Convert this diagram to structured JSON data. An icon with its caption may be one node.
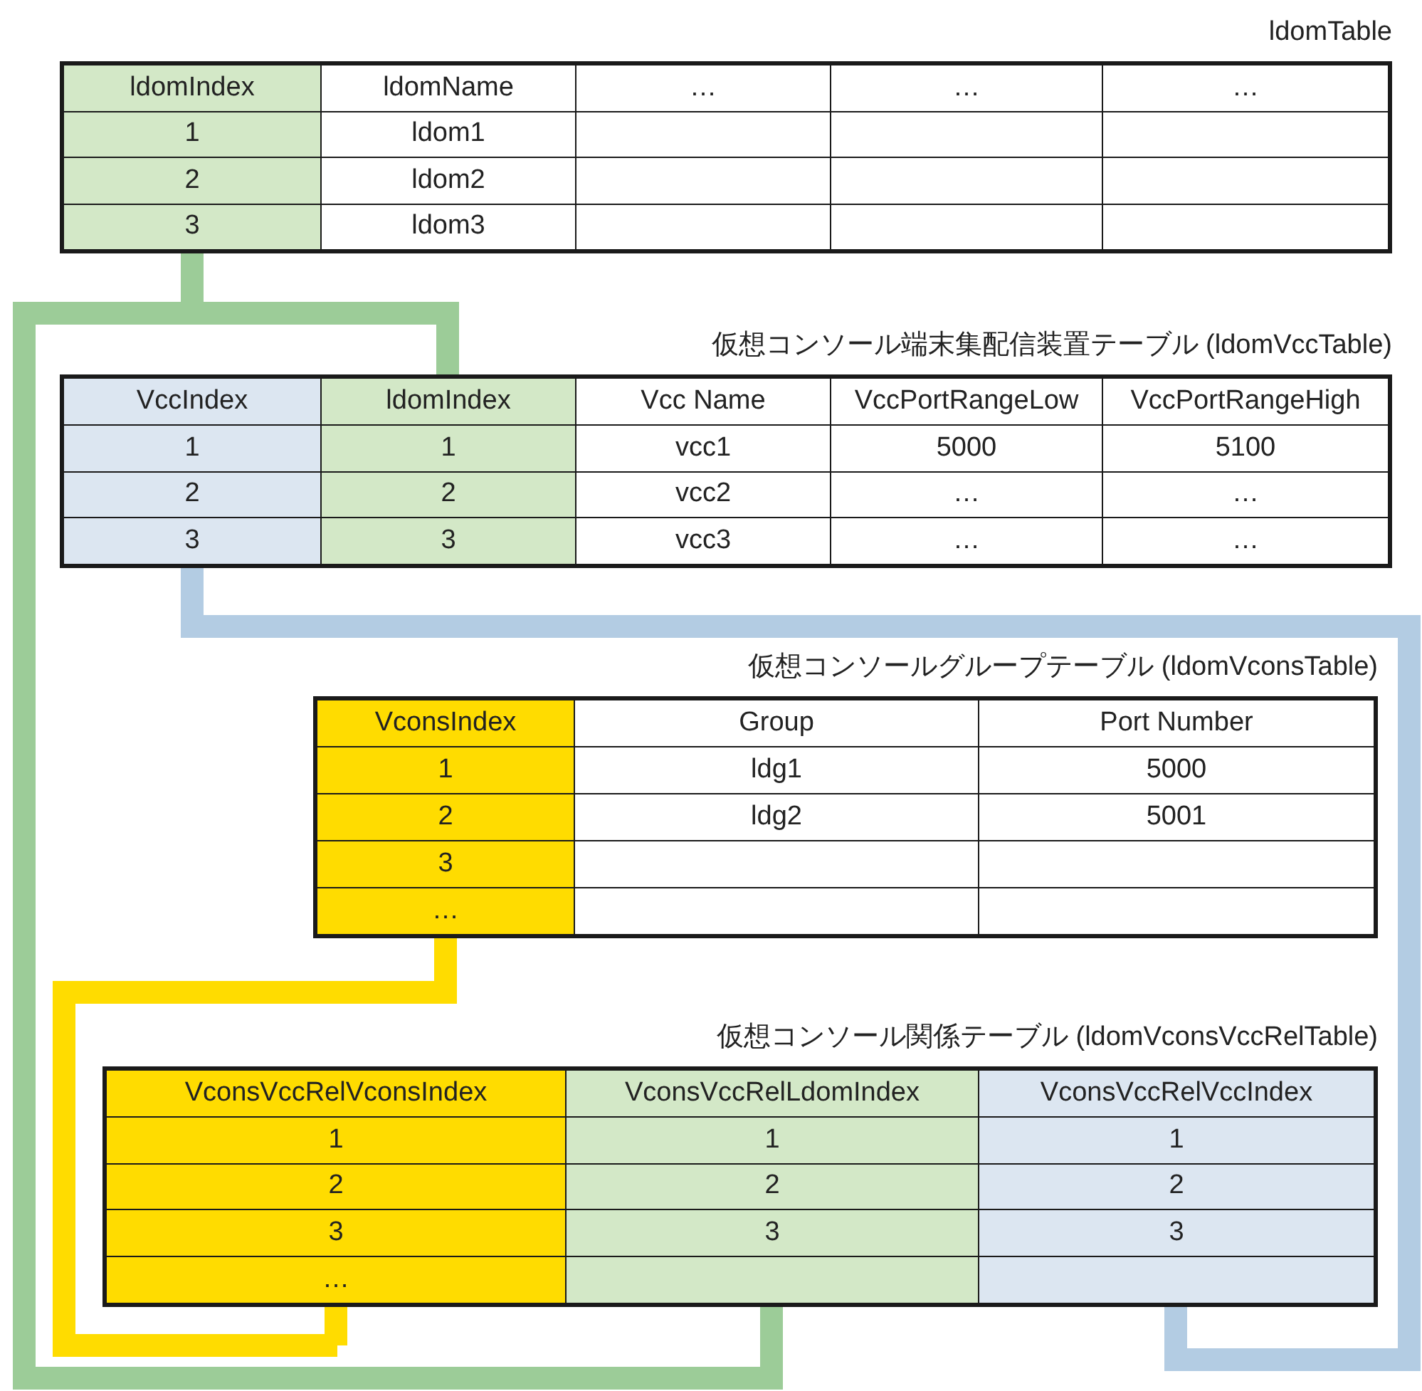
{
  "diagram": {
    "nodes": [
      {
        "text": [
          "ldomTable"
        ]
      },
      {
        "text": [
          "ldomIndex",
          "1",
          "2",
          "3"
        ],
        "in": 0
      },
      {
        "text": [
          "ldomName",
          "ldom1",
          "ldom2",
          "ldom3"
        ],
        "in": 0
      },
      {
        "text": [
          "…"
        ],
        "in": 0
      },
      {
        "text": [
          "…"
        ],
        "in": 0
      },
      {
        "text": [
          "…"
        ],
        "in": 0
      },
      {
        "text": [
          "仮想コンソール端末集配信装置テーブル (ldomVccTable)"
        ]
      },
      {
        "text": [
          "VccIndex",
          "1",
          "2",
          "3"
        ],
        "in": 6
      },
      {
        "text": [
          "ldomIndex",
          "1",
          "2",
          "3"
        ],
        "in": 6
      },
      {
        "text": [
          "Vcc Name",
          "vcc1",
          "vcc2",
          "vcc3"
        ],
        "in": 6
      },
      {
        "text": [
          "VccPortRangeLow",
          "5000",
          "…",
          "…"
        ],
        "in": 6
      },
      {
        "text": [
          "VccPortRangeHigh",
          "5100",
          "…",
          "…"
        ],
        "in": 6
      },
      {
        "text": [
          "仮想コンソールグループテーブル (ldomVconsTable)"
        ]
      },
      {
        "text": [
          "VconsIndex",
          "1",
          "2",
          "3",
          "…"
        ],
        "in": 12
      },
      {
        "text": [
          "Group",
          "ldg1",
          "ldg2"
        ],
        "in": 12
      },
      {
        "text": [
          "Port Number",
          "5000",
          "5001"
        ],
        "in": 12
      },
      {
        "text": [
          "仮想コンソール関係テーブル (ldomVconsVccRelTable)"
        ]
      },
      {
        "text": [
          "VconsVccRelVconsIndex",
          "1",
          "2",
          "3",
          "…"
        ],
        "in": 16
      },
      {
        "text": [
          "VconsVccRelLdomIndex",
          "1",
          "2",
          "3"
        ],
        "in": 16
      },
      {
        "text": [
          "VconsVccRelVccIndex",
          "1",
          "2",
          "3"
        ],
        "in": 16
      }
    ],
    "edges": [
      {
        "from": 1,
        "to": 8,
        "arrow": "none",
        "color": "#9ccc98"
      },
      {
        "from": 1,
        "to": 18,
        "arrow": "none",
        "color": "#9ccc98"
      },
      {
        "from": 7,
        "to": 19,
        "arrow": "none",
        "color": "#b3cce3"
      },
      {
        "from": 13,
        "to": 17,
        "arrow": "none",
        "color": "#ffdc00"
      }
    ]
  }
}
